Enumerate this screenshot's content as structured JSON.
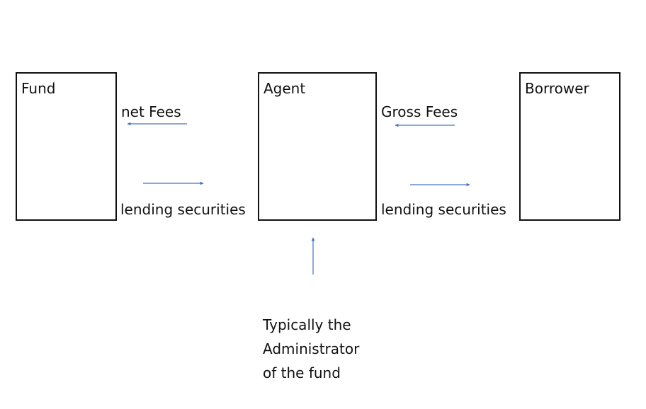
{
  "diagram": {
    "nodes": {
      "fund": {
        "label": "Fund"
      },
      "agent": {
        "label": "Agent"
      },
      "borrower": {
        "label": "Borrower"
      }
    },
    "edges": {
      "agent_to_fund": {
        "label": "net Fees",
        "direction": "left"
      },
      "fund_to_agent": {
        "label": "lending securities",
        "direction": "right"
      },
      "borrower_to_agent": {
        "label": "Gross Fees",
        "direction": "left"
      },
      "agent_to_borrower": {
        "label": "lending securities",
        "direction": "right"
      }
    },
    "note": {
      "line1": "Typically the",
      "line2": "Administrator",
      "line3": "of the fund"
    },
    "colors": {
      "arrow": "#4472C4",
      "box_border": "#111111"
    }
  }
}
